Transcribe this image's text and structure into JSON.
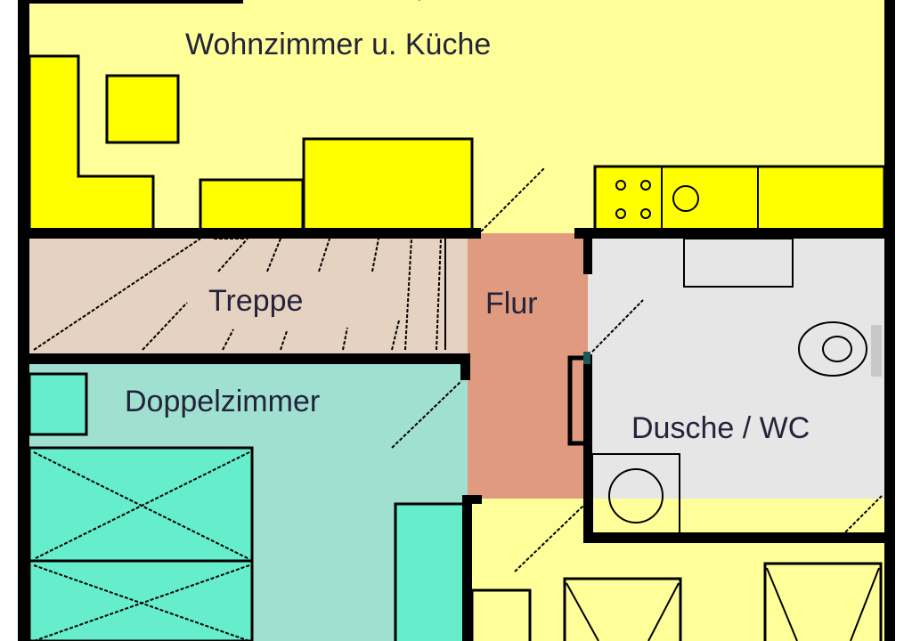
{
  "plan": {
    "rooms": [
      {
        "name": "Wohnzimmer u. Küche",
        "color": "#ffff99"
      },
      {
        "name": "Treppe",
        "color": "#e6d2c0"
      },
      {
        "name": "Flur",
        "color": "#e09a80"
      },
      {
        "name": "Doppelzimmer",
        "color": "#9fe0d0"
      },
      {
        "name": "Dusche / WC",
        "color": "#e6e6e6"
      }
    ],
    "colors": {
      "wall": "#000000",
      "furniture_yellow": "#ffff00",
      "furniture_aqua": "#66eecc",
      "label": "#23233a"
    }
  }
}
